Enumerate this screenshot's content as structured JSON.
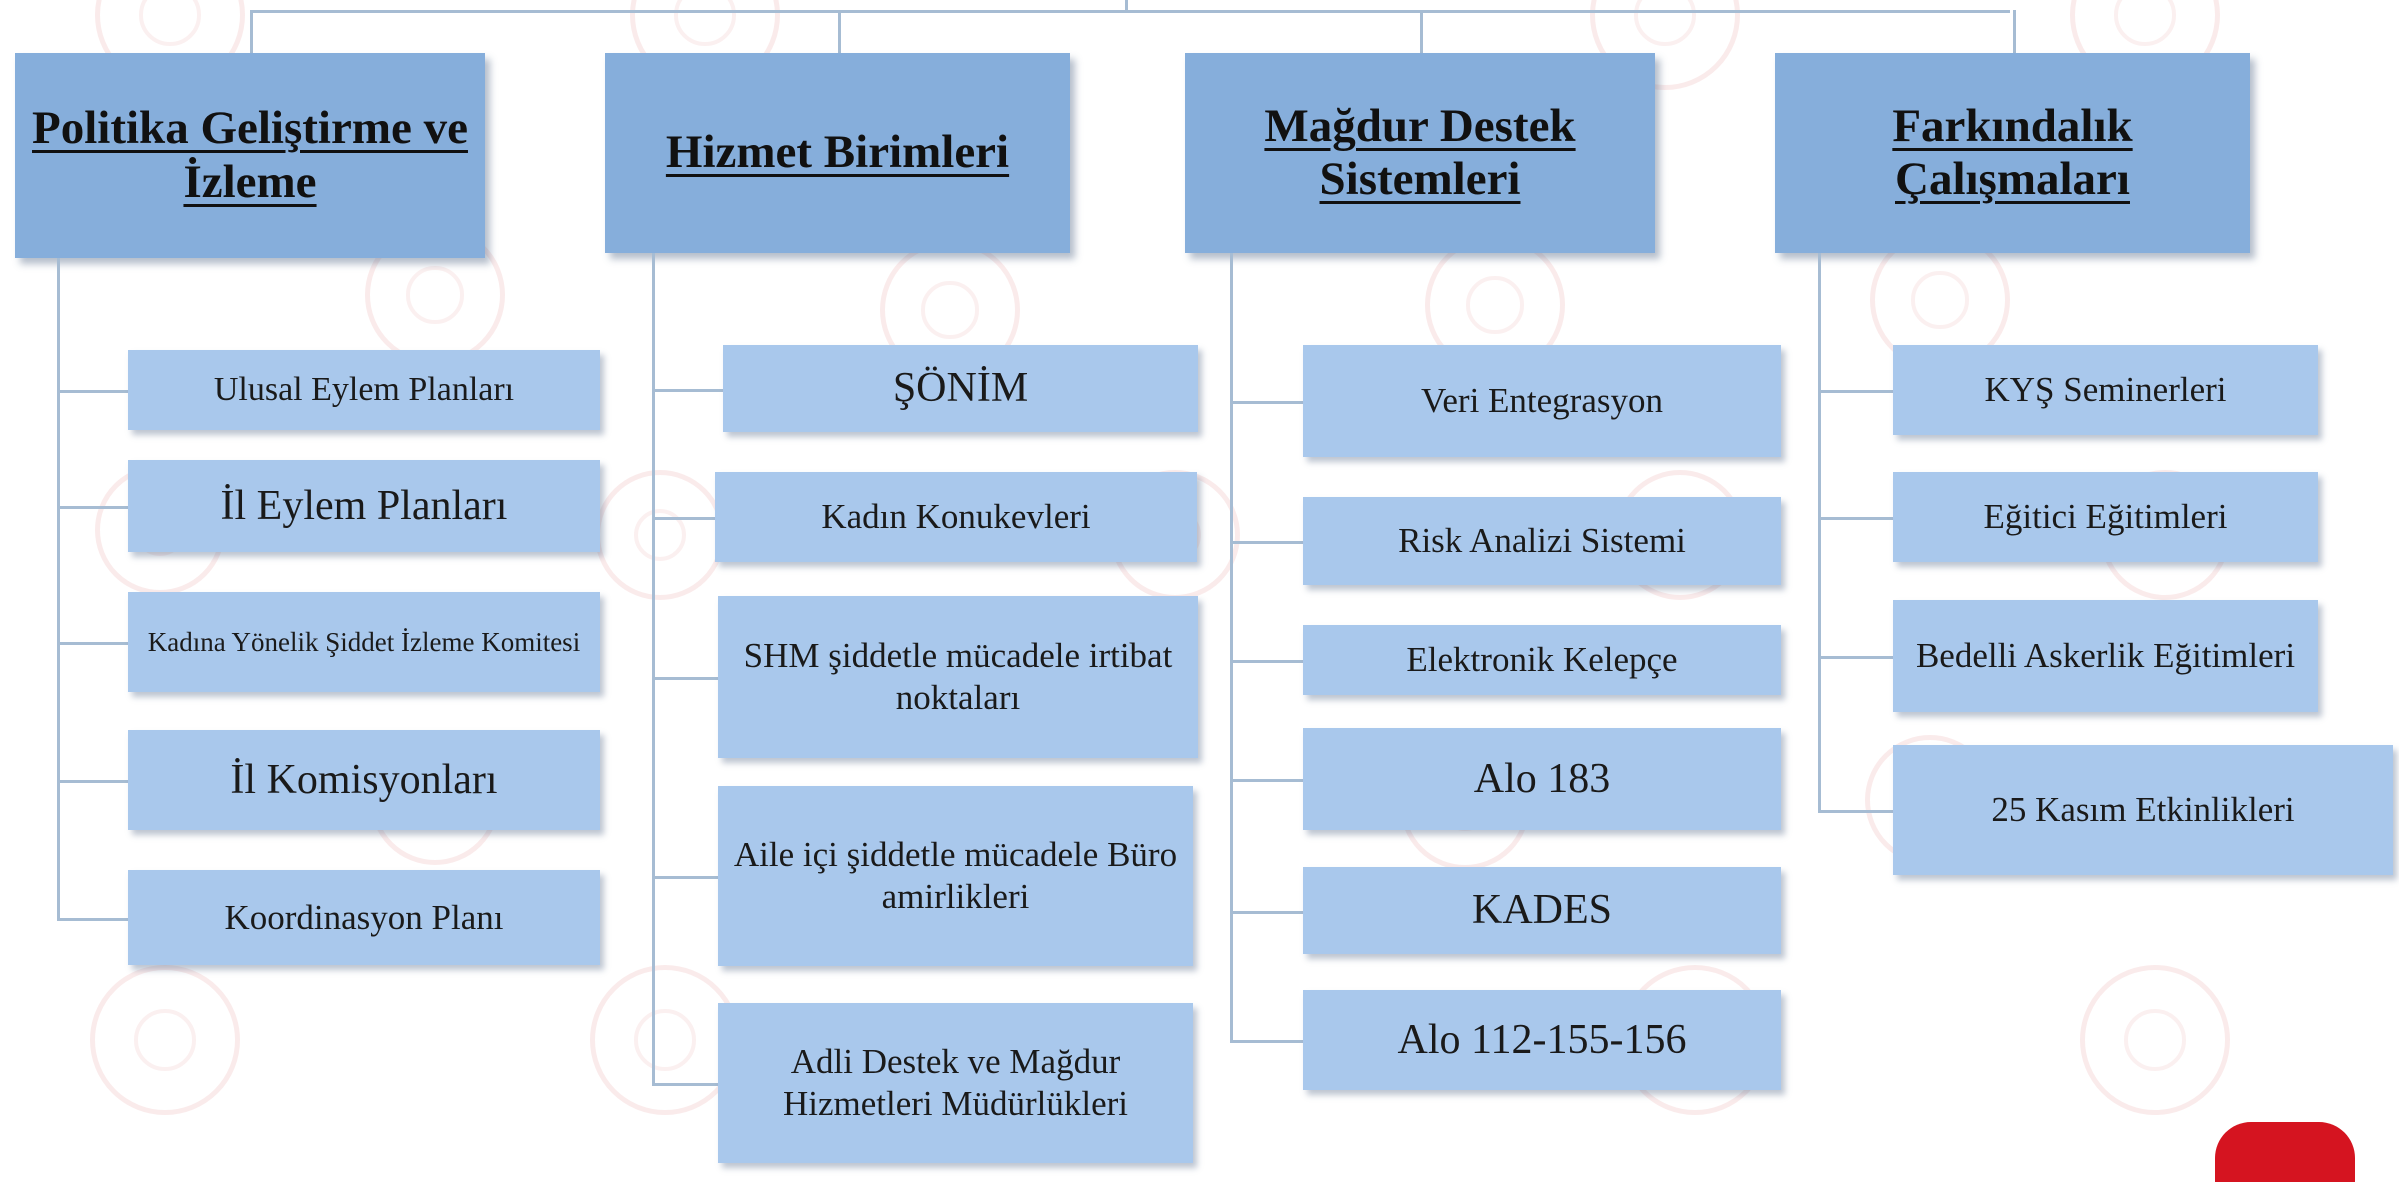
{
  "columns": [
    {
      "id": "politika",
      "title": "Politika Geliştirme ve İzleme",
      "items": [
        {
          "label": "Ulusal Eylem Planları"
        },
        {
          "label": "İl Eylem Planları"
        },
        {
          "label": "Kadına Yönelik Şiddet İzleme Komitesi"
        },
        {
          "label": "İl Komisyonları"
        },
        {
          "label": "Koordinasyon Planı"
        }
      ]
    },
    {
      "id": "hizmet",
      "title": "Hizmet Birimleri",
      "items": [
        {
          "label": "ŞÖNİM"
        },
        {
          "label": "Kadın Konukevleri"
        },
        {
          "label": "SHM şiddetle mücadele irtibat noktaları"
        },
        {
          "label": "Aile içi şiddetle mücadele Büro amirlikleri"
        },
        {
          "label": "Adli Destek ve Mağdur Hizmetleri Müdürlükleri"
        }
      ]
    },
    {
      "id": "magdur",
      "title": "Mağdur Destek Sistemleri",
      "items": [
        {
          "label": "Veri Entegrasyon"
        },
        {
          "label": "Risk Analizi Sistemi"
        },
        {
          "label": "Elektronik Kelepçe"
        },
        {
          "label": "Alo 183"
        },
        {
          "label": "KADES"
        },
        {
          "label": "Alo 112-155-156"
        }
      ]
    },
    {
      "id": "farkindalik",
      "title": "Farkındalık Çalışmaları",
      "items": [
        {
          "label": "KYŞ Seminerleri"
        },
        {
          "label": "Eğitici Eğitimleri"
        },
        {
          "label": "Bedelli Askerlik Eğitimleri"
        },
        {
          "label": "25 Kasım Etkinlikleri"
        }
      ]
    }
  ],
  "colors": {
    "header_fill": "#86aedb",
    "item_fill": "#a9c8ec",
    "connector": "#a6bcd3",
    "watermark": "#ce3c3c",
    "corner_logo": "#d51420"
  },
  "icons": [
    "emblem-watermark-icon",
    "corner-logo-icon"
  ]
}
